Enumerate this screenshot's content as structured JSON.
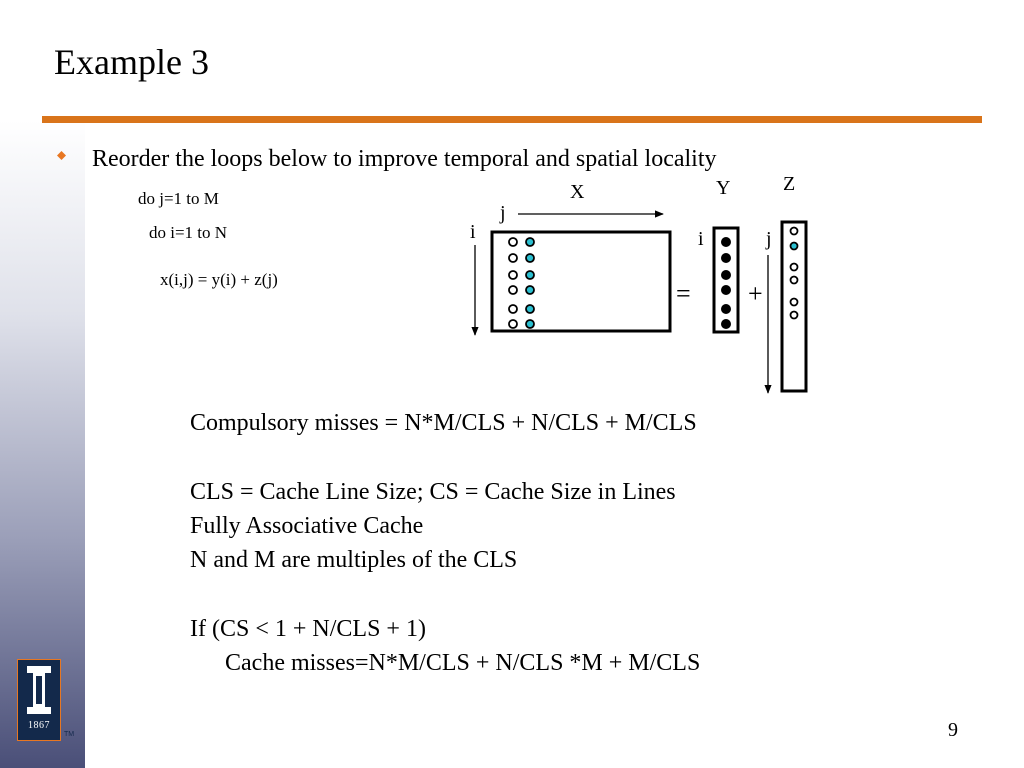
{
  "slide": {
    "title": "Example 3",
    "bullet": "Reorder the loops below to improve temporal and spatial locality",
    "code": [
      "do j=1 to M",
      "do i=1 to N",
      "x(i,j) = y(i) + z(j)"
    ],
    "diagram": {
      "label_x": "X",
      "label_y": "Y",
      "label_z": "Z",
      "label_j_top": "j",
      "label_i_left": "i",
      "label_i_y": "i",
      "label_j_z": "j",
      "equals": "=",
      "plus": "+"
    },
    "notes": {
      "compulsory": "Compulsory misses = N*M/CLS + N/CLS + M/CLS",
      "cls_def": "CLS = Cache Line Size; CS = Cache Size in Lines",
      "assoc": "Fully Associative Cache",
      "multiples": "N and M are multiples of the CLS",
      "if_line": "If  (CS < 1 + N/CLS + 1)",
      "misses": "Cache misses=N*M/CLS + N/CLS *M + M/CLS"
    },
    "page_number": "9",
    "logo_year": "1867",
    "trademark": "TM"
  },
  "colors": {
    "rule": "#d9741a",
    "bullet": "#e87722",
    "cyan_dot": "#2bbfd0",
    "logo_navy": "#13294b"
  }
}
